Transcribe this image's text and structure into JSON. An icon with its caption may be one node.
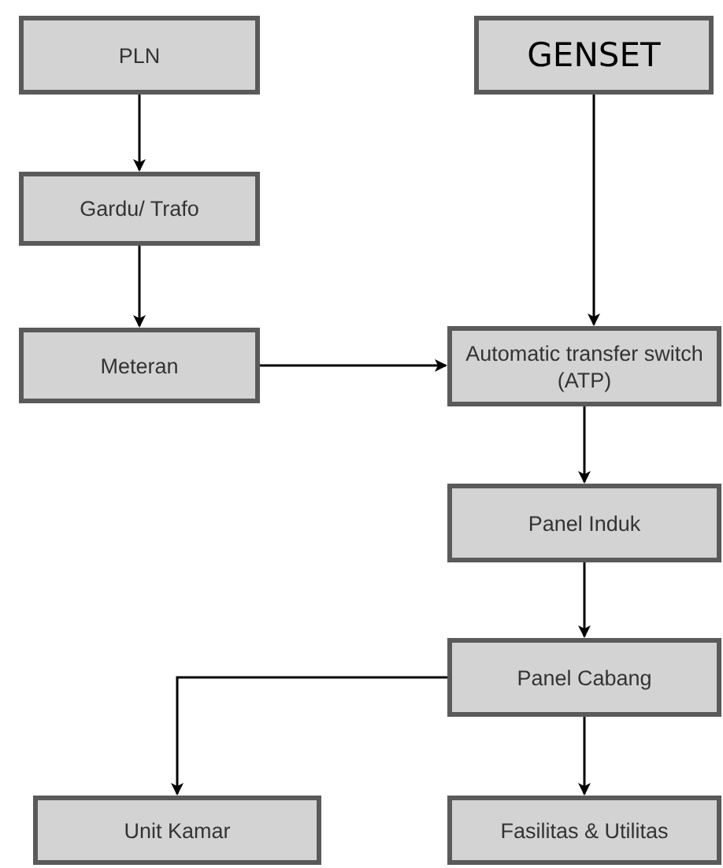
{
  "diagram": {
    "nodes": [
      {
        "text": [
          "PLN"
        ]
      },
      {
        "text": [
          "GENSET"
        ]
      },
      {
        "text": [
          "Gardu/ Trafo"
        ]
      },
      {
        "text": [
          "Meteran"
        ]
      },
      {
        "text": [
          "Automatic transfer switch (ATP)"
        ]
      },
      {
        "text": [
          "Panel Induk"
        ]
      },
      {
        "text": [
          "Panel Cabang"
        ]
      },
      {
        "text": [
          "Unit Kamar"
        ]
      },
      {
        "text": [
          "Fasilitas & Utilitas"
        ]
      }
    ],
    "edges": [
      {
        "from": 0,
        "to": 2,
        "arrow": "to"
      },
      {
        "from": 2,
        "to": 3,
        "arrow": "to"
      },
      {
        "from": 1,
        "to": 4,
        "arrow": "to"
      },
      {
        "from": 3,
        "to": 4,
        "arrow": "to"
      },
      {
        "from": 4,
        "to": 5,
        "arrow": "to"
      },
      {
        "from": 5,
        "to": 6,
        "arrow": "to"
      },
      {
        "from": 6,
        "to": 7,
        "arrow": "to"
      },
      {
        "from": 6,
        "to": 8,
        "arrow": "to"
      }
    ]
  }
}
